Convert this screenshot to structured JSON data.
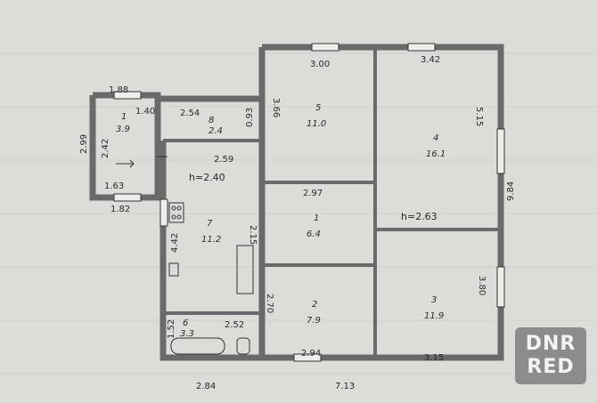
{
  "plan": {
    "watermark": "DNR\nRED",
    "heights": [
      "h=2.40",
      "h=2.63"
    ],
    "rooms": [
      {
        "num": "1",
        "area": "6.4"
      },
      {
        "num": "2",
        "area": "7.9"
      },
      {
        "num": "3",
        "area": "11.9"
      },
      {
        "num": "4",
        "area": "16.1"
      },
      {
        "num": "5",
        "area": "11.0"
      },
      {
        "num": "7",
        "area": "11.2"
      },
      {
        "num": "1",
        "area": "3.9"
      },
      {
        "num": "8",
        "area": "2.4"
      },
      {
        "num": "6",
        "area": "3.3"
      }
    ],
    "dimensions": [
      "1.88",
      "1.40",
      "2.99",
      "2.42",
      "1.63",
      "1.82",
      "2.54",
      "0.93",
      "2.59",
      "3.00",
      "3.42",
      "3.66",
      "5.15",
      "9.84",
      "2.97",
      "2.15",
      "4.42",
      "2.70",
      "3.80",
      "2.52",
      "1.52",
      "2.94",
      "3.15",
      "2.84",
      "7.13"
    ]
  }
}
